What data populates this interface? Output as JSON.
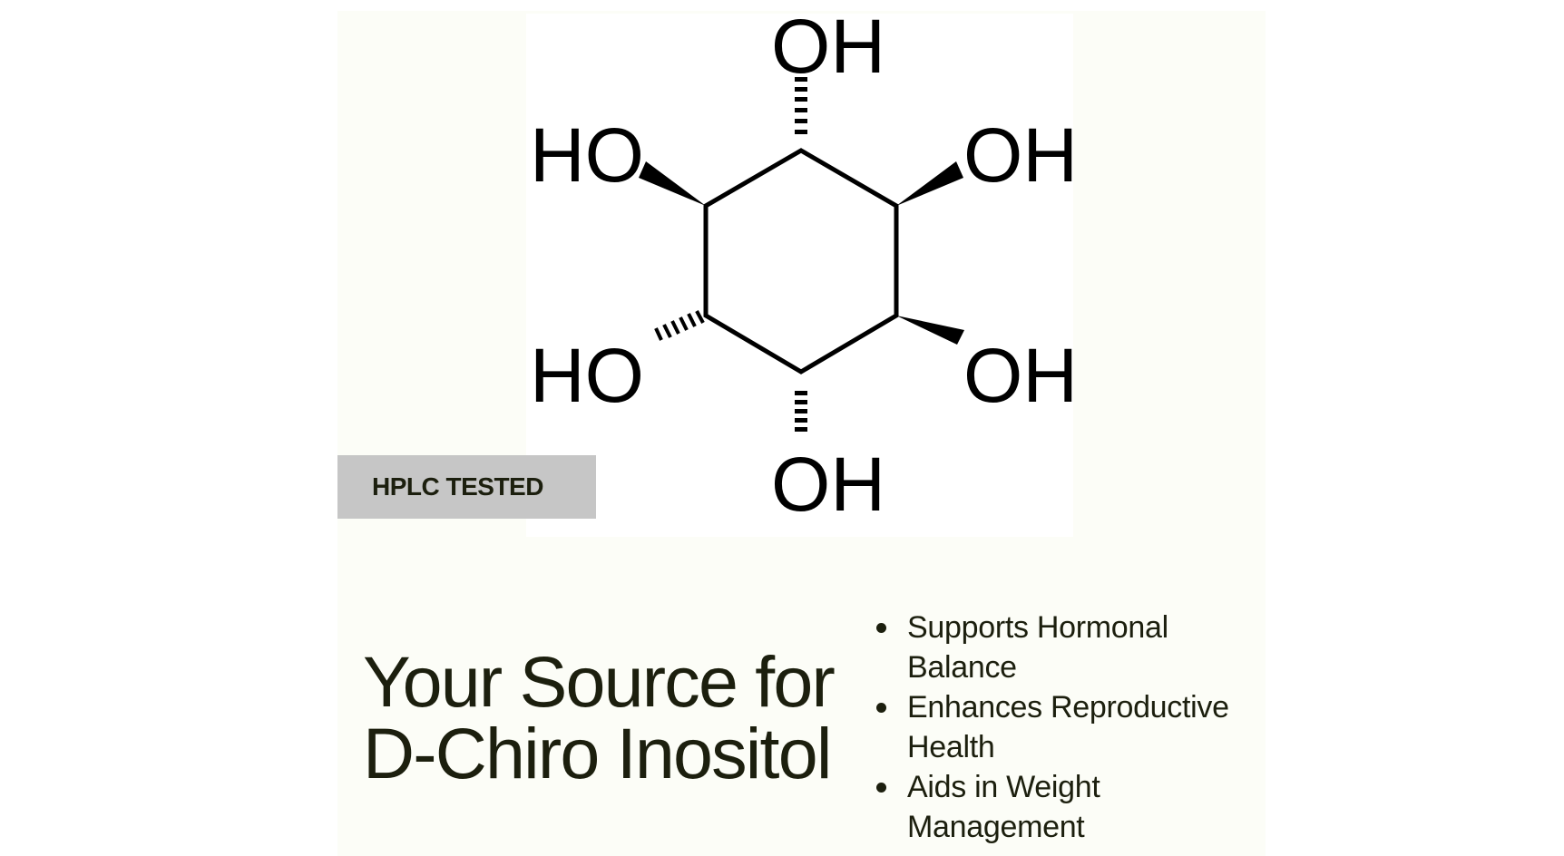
{
  "colors": {
    "page_background": "#ffffff",
    "panel_background": "#fcfdf7",
    "molecule_background": "#ffffff",
    "badge_background": "#c6c6c6",
    "text": "#1c1f0e",
    "structure_ink": "#000000"
  },
  "badge": {
    "label": "HPLC TESTED"
  },
  "molecule": {
    "name": "D-Chiro Inositol structure",
    "labels": {
      "top": "OH",
      "upper_left": "HO",
      "upper_right": "OH",
      "lower_left": "HO",
      "lower_right": "OH",
      "bottom": "OH"
    }
  },
  "headline": {
    "line1": "Your Source for",
    "line2": "D-Chiro Inositol"
  },
  "benefits": [
    {
      "line1": "Supports Hormonal",
      "line2": "Balance"
    },
    {
      "line1": "Enhances Reproductive",
      "line2": "Health"
    },
    {
      "line1": "Aids in Weight",
      "line2": "Management"
    }
  ]
}
